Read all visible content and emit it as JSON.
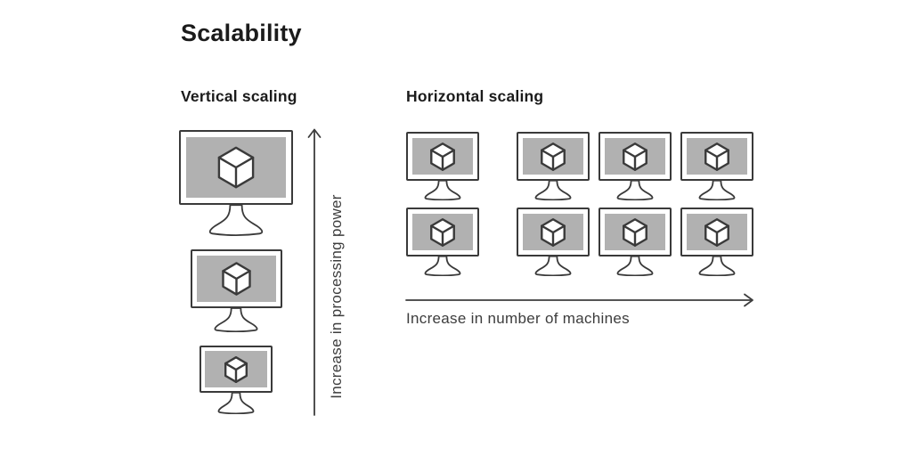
{
  "title": "Scalability",
  "colors": {
    "background": "#ffffff",
    "screen_gray": "#b1b1b1",
    "outline": "#3a3a3a",
    "heading_text": "#1b1b1b",
    "label_text": "#3d3d3d"
  },
  "vertical": {
    "heading": "Vertical scaling",
    "axis_label": "Increase in processing power",
    "arrow_direction": "up",
    "monitors": [
      {
        "size": "lg",
        "icon": "isometric-cube"
      },
      {
        "size": "md",
        "icon": "isometric-cube"
      },
      {
        "size": "sm",
        "icon": "isometric-cube"
      }
    ]
  },
  "horizontal": {
    "heading": "Horizontal scaling",
    "axis_label": "Increase in number of machines",
    "arrow_direction": "right",
    "machine_count": 8,
    "grid": {
      "rows": 2,
      "cols": 4
    },
    "monitor_size": "xs",
    "icon": "isometric-cube"
  }
}
